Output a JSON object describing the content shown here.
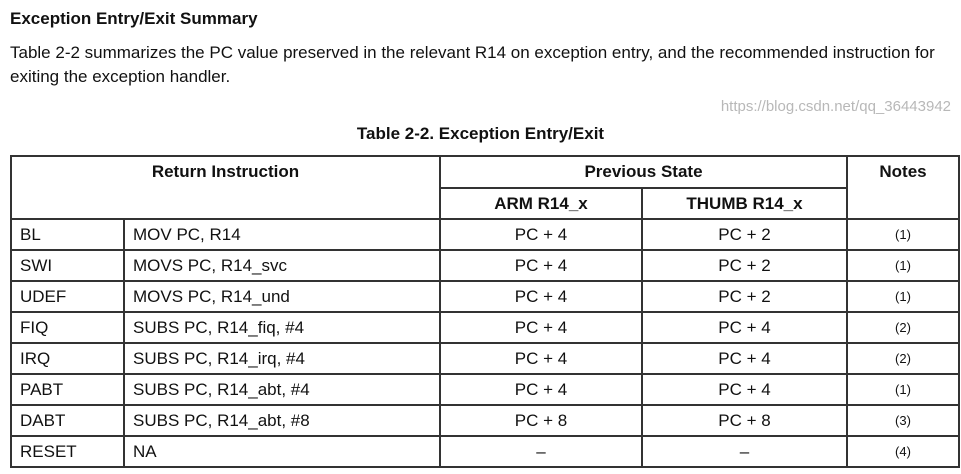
{
  "heading": "Exception Entry/Exit Summary",
  "paragraph": "Table 2-2 summarizes the PC value preserved in the relevant R14 on exception entry, and the recommended instruction for exiting the exception handler.",
  "caption": "Table 2-2. Exception Entry/Exit",
  "headers": {
    "return_instruction": "Return Instruction",
    "previous_state": "Previous State",
    "arm": "ARM R14_x",
    "thumb": "THUMB R14_x",
    "notes": "Notes"
  },
  "rows": [
    {
      "exc": "BL",
      "instr": "MOV PC, R14",
      "arm": "PC + 4",
      "thumb": "PC + 2",
      "note": "(1)"
    },
    {
      "exc": "SWI",
      "instr": "MOVS PC, R14_svc",
      "arm": "PC + 4",
      "thumb": "PC + 2",
      "note": "(1)"
    },
    {
      "exc": "UDEF",
      "instr": "MOVS PC, R14_und",
      "arm": "PC + 4",
      "thumb": "PC + 2",
      "note": "(1)"
    },
    {
      "exc": "FIQ",
      "instr": "SUBS PC, R14_fiq, #4",
      "arm": "PC + 4",
      "thumb": "PC + 4",
      "note": "(2)"
    },
    {
      "exc": "IRQ",
      "instr": "SUBS PC, R14_irq, #4",
      "arm": "PC + 4",
      "thumb": "PC + 4",
      "note": "(2)"
    },
    {
      "exc": "PABT",
      "instr": "SUBS PC, R14_abt, #4",
      "arm": "PC + 4",
      "thumb": "PC + 4",
      "note": "(1)"
    },
    {
      "exc": "DABT",
      "instr": "SUBS PC, R14_abt, #8",
      "arm": "PC + 8",
      "thumb": "PC + 8",
      "note": "(3)"
    },
    {
      "exc": "RESET",
      "instr": "NA",
      "arm": "–",
      "thumb": "–",
      "note": "(4)"
    }
  ],
  "watermark": "https://blog.csdn.net/qq_36443942"
}
